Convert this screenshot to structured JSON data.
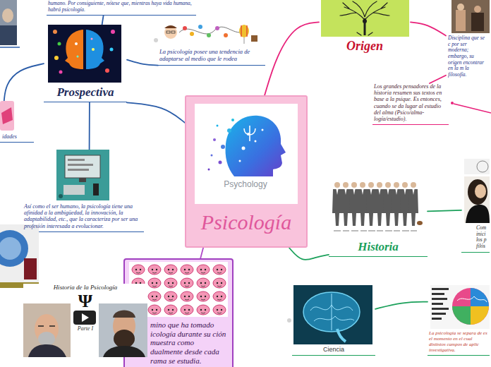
{
  "diagram": {
    "nodes": [
      {
        "text": [
          "Psicología"
        ]
      },
      {
        "text": [
          "Prospectiva"
        ]
      },
      {
        "text": [
          "La psicología posee una tendencia de adaptarse al medio que le rodea"
        ]
      },
      {
        "text": [
          "humano. Por consiguiente, nótese que, mientras haya vida humana, habrá psicología."
        ]
      },
      {
        "text": [
          "Así como el ser humano, la psicología tiene una afinidad a la ambigüedad, la innovación, la adaptabilidad, etc., que la caracteriza por ser una profesión interesada a evolucionar."
        ]
      },
      {
        "text": [
          "idades"
        ]
      },
      {
        "text": [
          "Origen"
        ]
      },
      {
        "text": [
          "Disciplina que se c por ser moderna; embargo, su origen encontrar en la m la filosofía."
        ]
      },
      {
        "text": [
          "Los grandes pensadores de la historia resumen sus textos en base a la psique. Es entonces, cuando se da lugar al estudio del alma (Psico/alma-logía/estudio)."
        ]
      },
      {
        "text": [
          "Historia"
        ]
      },
      {
        "text": [
          "Com inici los p filós"
        ]
      },
      {
        "text": [
          "Ciencia"
        ]
      },
      {
        "text": [
          "La psicología se separa de es el momento en el cual distintos campos de aplic investigativa."
        ]
      },
      {
        "text": [
          "mino que ha tomado icología durante su ción muestra como dualmente desde cada rama se estudia."
        ]
      }
    ],
    "edges": [
      {
        "from": 0,
        "to": 1,
        "arrow": "none"
      },
      {
        "from": 1,
        "to": 2,
        "arrow": "none"
      },
      {
        "from": 1,
        "to": 3,
        "arrow": "none"
      },
      {
        "from": 1,
        "to": 4,
        "arrow": "none"
      },
      {
        "from": 1,
        "to": 5,
        "arrow": "none"
      },
      {
        "from": 0,
        "to": 6,
        "arrow": "none"
      },
      {
        "from": 6,
        "to": 7,
        "arrow": "none"
      },
      {
        "from": 7,
        "to": 8,
        "arrow": "none"
      },
      {
        "from": 0,
        "to": 9,
        "arrow": "none"
      },
      {
        "from": 9,
        "to": 10,
        "arrow": "none"
      },
      {
        "from": 11,
        "to": 12,
        "arrow": "none"
      },
      {
        "from": 0,
        "to": 13,
        "arrow": "none"
      }
    ],
    "labels": [
      "Psychology",
      "Historia de la Psicología",
      "Ψ",
      "Parte I"
    ]
  }
}
